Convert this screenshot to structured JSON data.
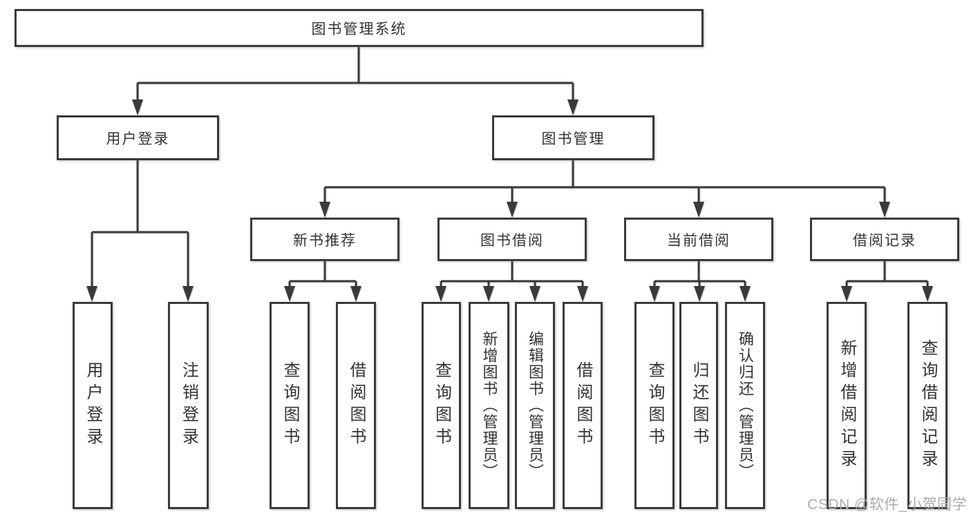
{
  "diagram": {
    "root": {
      "label": "图书管理系统"
    },
    "branches": [
      {
        "label": "用户登录",
        "children": [
          {
            "label": "用户登录"
          },
          {
            "label": "注销登录"
          }
        ]
      },
      {
        "label": "图书管理",
        "children": [
          {
            "label": "新书推荐",
            "children": [
              {
                "label": "查询图书"
              },
              {
                "label": "借阅图书"
              }
            ]
          },
          {
            "label": "图书借阅",
            "children": [
              {
                "label": "查询图书"
              },
              {
                "label": "新增图书（管理员）"
              },
              {
                "label": "编辑图书（管理员）"
              },
              {
                "label": "借阅图书"
              }
            ]
          },
          {
            "label": "当前借阅",
            "children": [
              {
                "label": "查询图书"
              },
              {
                "label": "归还图书"
              },
              {
                "label": "确认归还（管理员）"
              }
            ]
          },
          {
            "label": "借阅记录",
            "children": [
              {
                "label": "新增借阅记录"
              },
              {
                "label": "查询借阅记录"
              }
            ]
          }
        ]
      }
    ]
  },
  "watermark": "CSDN @软件_小贺同学",
  "colors": {
    "line": "#3a3a3a",
    "text": "#333333",
    "watermark": "#ababab",
    "background": "#ffffff"
  }
}
